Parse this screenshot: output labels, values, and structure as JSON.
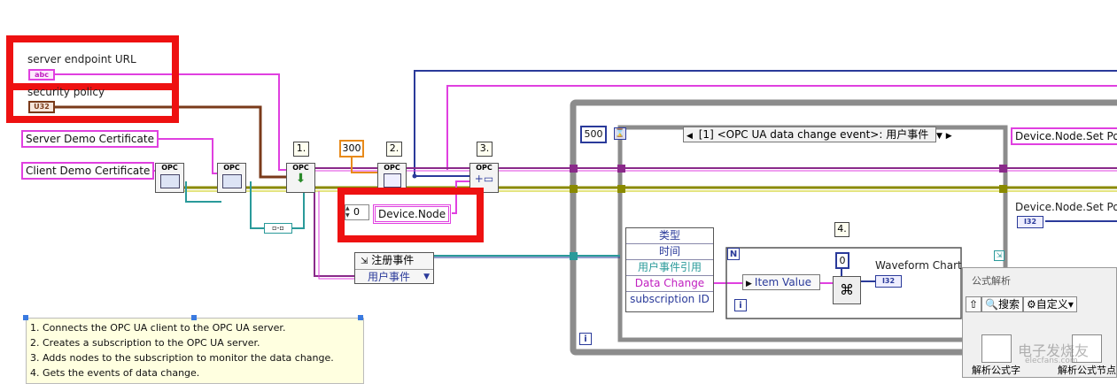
{
  "controls": {
    "server_endpoint_url": "server endpoint URL",
    "security_policy": "security policy",
    "server_demo_cert": "Server Demo Certificate",
    "client_demo_cert": "Client Demo Certificate",
    "abc_icon_text": "abc",
    "enum_icon_text": "U32"
  },
  "steps": [
    "1.",
    "2.",
    "3.",
    "4."
  ],
  "node_header": "OPC",
  "constants": {
    "timeout": "300",
    "wait_ms": "500",
    "index": "0",
    "device_node": "Device.Node"
  },
  "register_events": {
    "title": "注册事件",
    "item": "用户事件"
  },
  "event_structure": {
    "selector": "[1] <OPC UA data change event>: 用户事件"
  },
  "event_data_cluster": [
    "类型",
    "时间",
    "用户事件引用",
    "Data Change",
    "subscription ID"
  ],
  "for_loop": {
    "n": "N",
    "i": "i",
    "item_value": "Item Value",
    "zero": "0",
    "i32": "I32"
  },
  "waveform_chart": "Waveform Chart",
  "while_loop_i": "i",
  "right_labels": {
    "set_position": "Device.Node.Set Po",
    "set_position2": "Device.Node.Set Po",
    "i32": "I32"
  },
  "comment_lines": [
    "1. Connects the OPC UA client to the OPC UA server.",
    "2. Creates a subscription to the OPC UA server.",
    "3. Adds nodes to the subscription to monitor the data change.",
    "4. Gets the events of data change."
  ],
  "popup": {
    "title": "公式解析",
    "up_icon": "up-arrow-icon",
    "search": "搜索",
    "custom": "自定义",
    "item1": "解析公式字",
    "item2": "解析公式节点"
  },
  "watermark": "电子发烧友",
  "watermark_url": "elecfans.com",
  "colors": {
    "string_wire": "#e040e0",
    "refnum_wire": "#7a3a1a",
    "olive_wire": "#8a8a00",
    "teal_wire": "#2a9a9a",
    "blue_wire": "#2a3a9a",
    "red_highlight": "#ee1111"
  }
}
